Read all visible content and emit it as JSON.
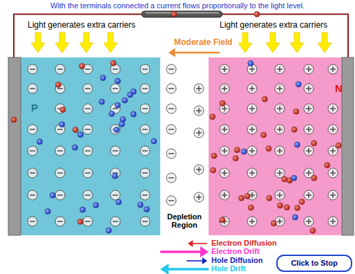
{
  "diagram": {
    "title": "With the terminals connected a current flows proportionally to the light level.",
    "nodes": [
      {
        "text": [
          "P"
        ]
      },
      {
        "text": [
          "Depletion Region"
        ]
      },
      {
        "text": [
          "N"
        ]
      },
      {
        "text": [
          "Click to Stop"
        ]
      }
    ],
    "edges": [
      {
        "from": 0,
        "to": 2,
        "arrow": "none"
      }
    ],
    "labels": [
      "Light generates extra carriers",
      "Light generates extra carriers",
      "Moderate Field"
    ],
    "legend": [
      {
        "text": "Electron Diffusion"
      },
      {
        "text": "Electron Drift"
      },
      {
        "text": "Hole Diffusion"
      },
      {
        "text": "Hole Drift"
      }
    ]
  }
}
